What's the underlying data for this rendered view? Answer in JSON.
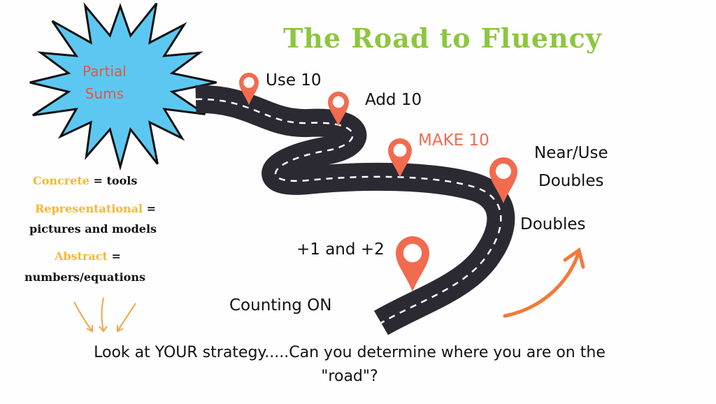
{
  "title": "The Road to Fluency",
  "burst_label": [
    "Partial",
    "Sums"
  ],
  "milestones": [
    "Use 10",
    "Add 10",
    "MAKE 10",
    "Near/Use",
    "Doubles",
    "Doubles",
    "+1 and +2",
    "Counting ON"
  ],
  "key": {
    "concrete": "Concrete",
    "concrete_def": "= tools",
    "representational": "Representational",
    "representational_eq": "=",
    "representational_def": "pictures and models",
    "abstract": "Abstract",
    "abstract_eq": "=",
    "abstract_def": "numbers/equations"
  },
  "prompt": [
    "Look at YOUR strategy.....Can you determine where you are on the",
    "\"road\"?"
  ],
  "colors": {
    "title": "#8dc63f",
    "pin": "#f26b4f",
    "road": "#2b2a33",
    "burst": "#5cc8f2",
    "key": "#f5b82e",
    "arrow": "#f07a3a"
  }
}
